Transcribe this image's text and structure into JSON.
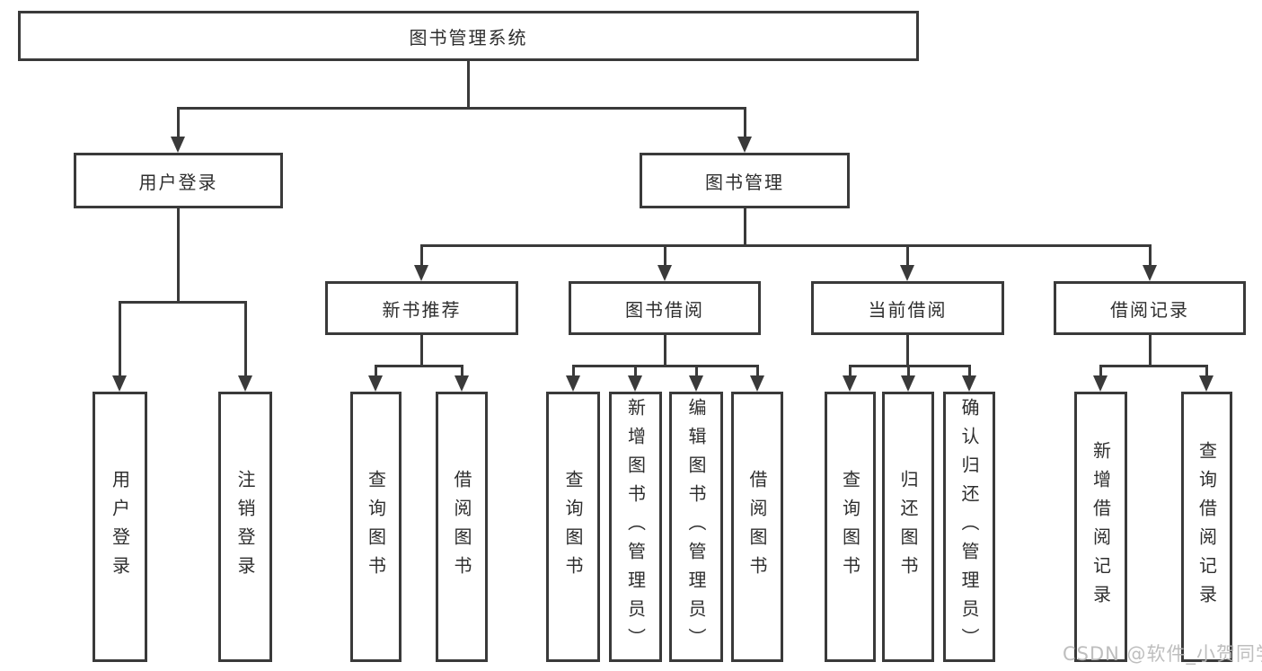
{
  "tree": {
    "label": "图书管理系统",
    "children": [
      {
        "label": "用户登录",
        "children": [
          {
            "label": "用户登录"
          },
          {
            "label": "注销登录"
          }
        ]
      },
      {
        "label": "图书管理",
        "children": [
          {
            "label": "新书推荐",
            "children": [
              {
                "label": "查询图书"
              },
              {
                "label": "借阅图书"
              }
            ]
          },
          {
            "label": "图书借阅",
            "children": [
              {
                "label": "查询图书"
              },
              {
                "label": "新增图书（管理员）"
              },
              {
                "label": "编辑图书（管理员）"
              },
              {
                "label": "借阅图书"
              }
            ]
          },
          {
            "label": "当前借阅",
            "children": [
              {
                "label": "查询图书"
              },
              {
                "label": "归还图书"
              },
              {
                "label": "确认归还（管理员）"
              }
            ]
          },
          {
            "label": "借阅记录",
            "children": [
              {
                "label": "新增借阅记录"
              },
              {
                "label": "查询借阅记录"
              }
            ]
          }
        ]
      }
    ]
  },
  "watermark": "CSDN @软件_小贺同学",
  "colors": {
    "line": "#3a3a3a",
    "text": "#2e2e2e",
    "background": "#ffffff",
    "watermark": "#b8b8b8"
  }
}
